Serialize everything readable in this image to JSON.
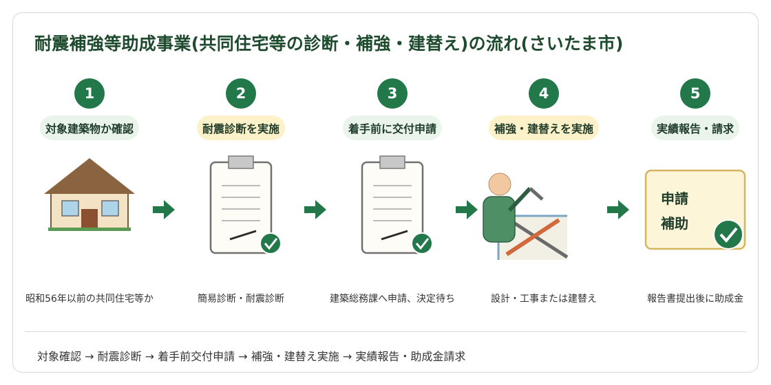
{
  "title": "耐震補強等助成事業(共同住宅等の診断・補強・建替え)の流れ(さいたま市)",
  "colors": {
    "accent_green": "#23784a",
    "pill_green": "#eaf4ea",
    "pill_yellow": "#fdf1c9"
  },
  "steps": [
    {
      "num": "1",
      "label": "対象建築物か確認",
      "desc": "昭和56年以前の共同住宅等か",
      "icon": "house-icon"
    },
    {
      "num": "2",
      "label": "耐震診断を実施",
      "desc": "簡易診断・耐震診断",
      "icon": "clipboard-check-icon"
    },
    {
      "num": "3",
      "label": "着手前に交付申請",
      "desc": "建築総務課へ申請、決定待ち",
      "icon": "clipboard-check-icon"
    },
    {
      "num": "4",
      "label": "補強・建替えを実施",
      "desc": "設計・工事または建替え",
      "icon": "worker-construction-icon"
    },
    {
      "num": "5",
      "label": "実績報告・請求",
      "desc": "報告書提出後に助成金",
      "icon": "subsidy-certificate-icon"
    }
  ],
  "subsidy_card": {
    "line1": "申請",
    "line2": "補助"
  },
  "summary": "対象確認 → 耐震診断 → 着手前交付申請 → 補強・建替え実施 → 実績報告・助成金請求"
}
